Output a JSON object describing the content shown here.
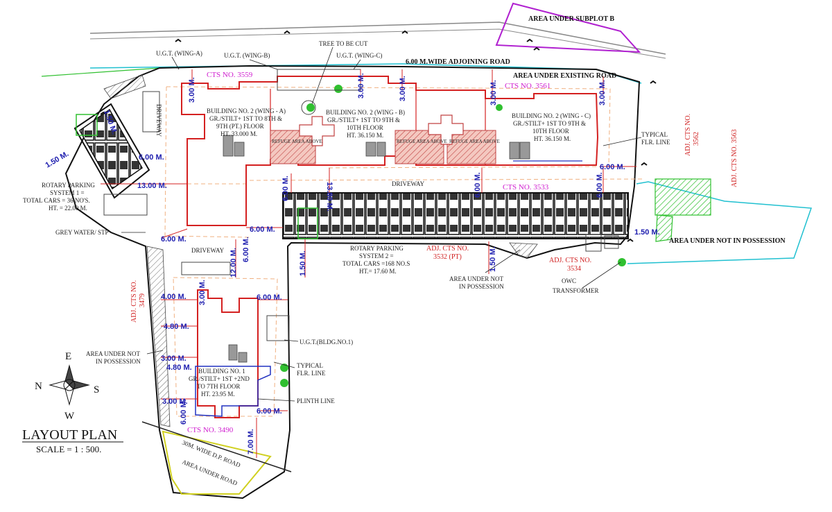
{
  "title": "LAYOUT PLAN",
  "scale": "SCALE = 1 : 500.",
  "compass": {
    "north": "N",
    "south": "S",
    "east": "E",
    "west": "W"
  },
  "ugt": {
    "wing_a": "U.G.T. (WING-A)",
    "wing_b": "U.G.T. (WING-B)",
    "wing_c": "U.G.T. (WING-C)",
    "bldg1": "U.G.T.(BLDG.NO.1)"
  },
  "tree_note": "TREE TO BE CUT",
  "roads": {
    "adjoining": "6.00 M.WIDE ADJOINING  ROAD",
    "existing": "AREA UNDER EXISTING ROAD",
    "subplot": "AREA UNDER SUBPLOT B",
    "dp_road": "30M. WIDE D.P. ROAD",
    "under_road": "AREA UNDER ROAD"
  },
  "cts": {
    "c3559": "CTS NO. 3559",
    "c3561": "CTS NO. 3561",
    "c3533": "CTS NO. 3533",
    "c3490": "CTS NO. 3490"
  },
  "adj": {
    "a3562_l1": "ADJ. CTS NO.",
    "a3562_l2": "3562",
    "a3563": "ADJ. CTS NO. 3563",
    "a3532_l1": "ADJ. CTS NO.",
    "a3532_l2": "3532 (PT)",
    "a3534_l1": "ADJ. CTS NO.",
    "a3534_l2": "3534",
    "a3479_l1": "ADJ. CTS NO.",
    "a3479_l2": "3479"
  },
  "buildings": {
    "wing_a": [
      "BUILDING NO. 2 (WING - A)",
      "GR./STILT+ 1ST TO 8TH &",
      "9TH (PT.) FLOOR",
      "HT. 33.000 M."
    ],
    "wing_b": [
      "BUILDING NO. 2 (WING - B)",
      "GR./STILT+ 1ST TO 9TH &",
      "10TH FLOOR",
      "HT. 36.150 M."
    ],
    "wing_c": [
      "BUILDING NO. 2 (WING - C)",
      "GR./STILT+ 1ST TO 9TH &",
      "10TH  FLOOR",
      "HT. 36.150 M."
    ],
    "bldg1": [
      "BUILDING NO. 1",
      "GR./STILT+ 1ST +2ND",
      "TO 7TH FLOOR",
      "HT. 23.95 M."
    ]
  },
  "refuge": "REFUGE AREA ABOVE",
  "driveway": "DRIVEWAY",
  "parking1": [
    "ROTARY PARKING",
    "SYSTEM 1 =",
    "TOTAL CARS = 36 NO'S.",
    "HT. = 22.00 M."
  ],
  "parking2": [
    "ROTARY PARKING",
    "SYSTEM 2 =",
    "TOTAL CARS =168 NO.S",
    "HT.= 17.60 M."
  ],
  "notes": {
    "grey_water": "GREY WATER/ STP",
    "not_possession": "AREA UNDER NOT IN POSSESSION",
    "not_possession_l1": "AREA UNDER NOT",
    "not_possession_l2": "IN POSSESSION",
    "typical_flr_l1": "TYPICAL",
    "typical_flr_l2": "FLR. LINE",
    "plinth": "PLINTH LINE",
    "owc": "OWC",
    "transformer": "TRANSFORMER"
  },
  "dims": {
    "d300": "3.00 M.",
    "d150": "1.50 M.",
    "d600": "6.00 M.",
    "d1300": "13.00 M.",
    "d1380": "13.80 M.",
    "d1200": "12.00 M.",
    "d400": "4.00 M.",
    "d480": "4.80 M.",
    "d700": "7.00 M."
  },
  "colors": {
    "building": "#d42020",
    "dimension": "#2020b0",
    "cts": "#d020d0",
    "boundary": "#111111",
    "road": "#20c0d0",
    "subplot": "#b020d0",
    "green": "#30c030",
    "dp_road": "#d0d020",
    "setback": "#f0b080"
  }
}
